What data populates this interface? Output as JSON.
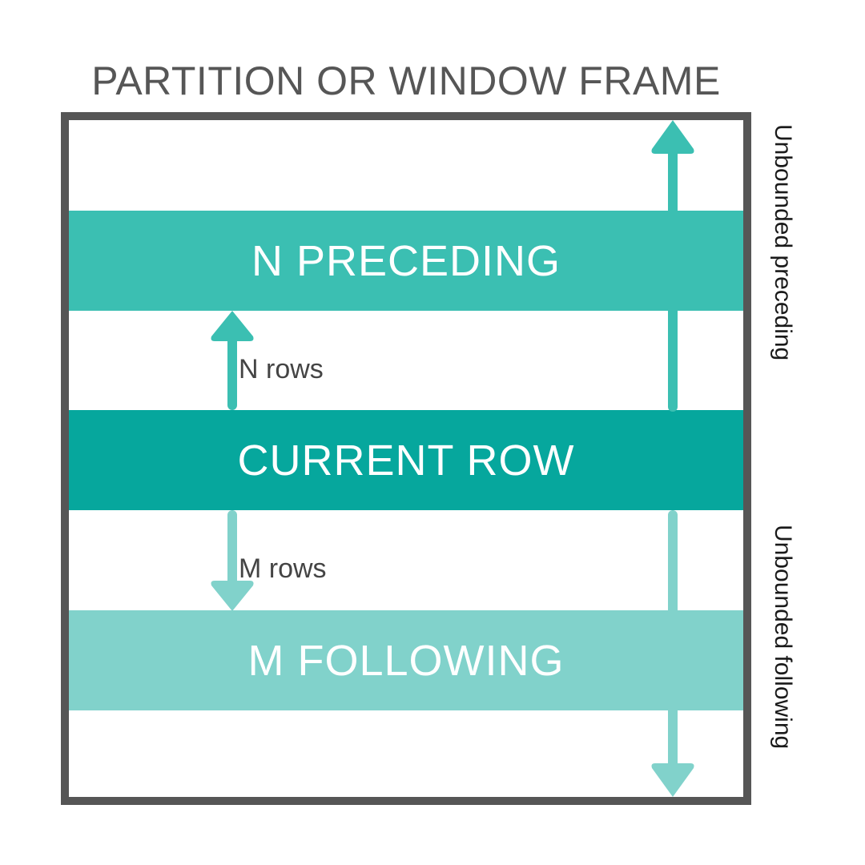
{
  "diagram": {
    "title": "PARTITION OR WINDOW FRAME",
    "title_color": "#565656",
    "frame_border_color": "#565656",
    "background": "#ffffff"
  },
  "bands": {
    "n_preceding": {
      "label": "N PRECEDING",
      "color": "#3BBFB2",
      "text_color": "#ffffff"
    },
    "current_row": {
      "label": "CURRENT ROW",
      "color": "#06A79D",
      "text_color": "#ffffff"
    },
    "m_following": {
      "label": "M FOLLOWING",
      "color": "#81D2CB",
      "text_color": "#ffffff"
    }
  },
  "measures": {
    "n_rows": {
      "label": "N rows",
      "direction": "up",
      "color": "#3BBFB2",
      "text_color": "#444444"
    },
    "m_rows": {
      "label": "M rows",
      "direction": "down",
      "color": "#81D2CB",
      "text_color": "#444444"
    }
  },
  "side_labels": {
    "unbounded_preceding": {
      "label": "Unbounded preceding",
      "arrow_direction": "up",
      "arrow_color": "#3BBFB2",
      "text_color": "#1a1a1a"
    },
    "unbounded_following": {
      "label": "Unbounded following",
      "arrow_direction": "down",
      "arrow_color": "#81D2CB",
      "text_color": "#1a1a1a"
    }
  },
  "chart_data": {
    "type": "diagram",
    "title": "PARTITION OR WINDOW FRAME",
    "rows": [
      {
        "name": "N PRECEDING",
        "color": "#3BBFB2"
      },
      {
        "name": "CURRENT ROW",
        "color": "#06A79D"
      },
      {
        "name": "M FOLLOWING",
        "color": "#81D2CB"
      }
    ],
    "annotations": [
      "N rows",
      "M rows",
      "Unbounded preceding",
      "Unbounded following"
    ]
  }
}
